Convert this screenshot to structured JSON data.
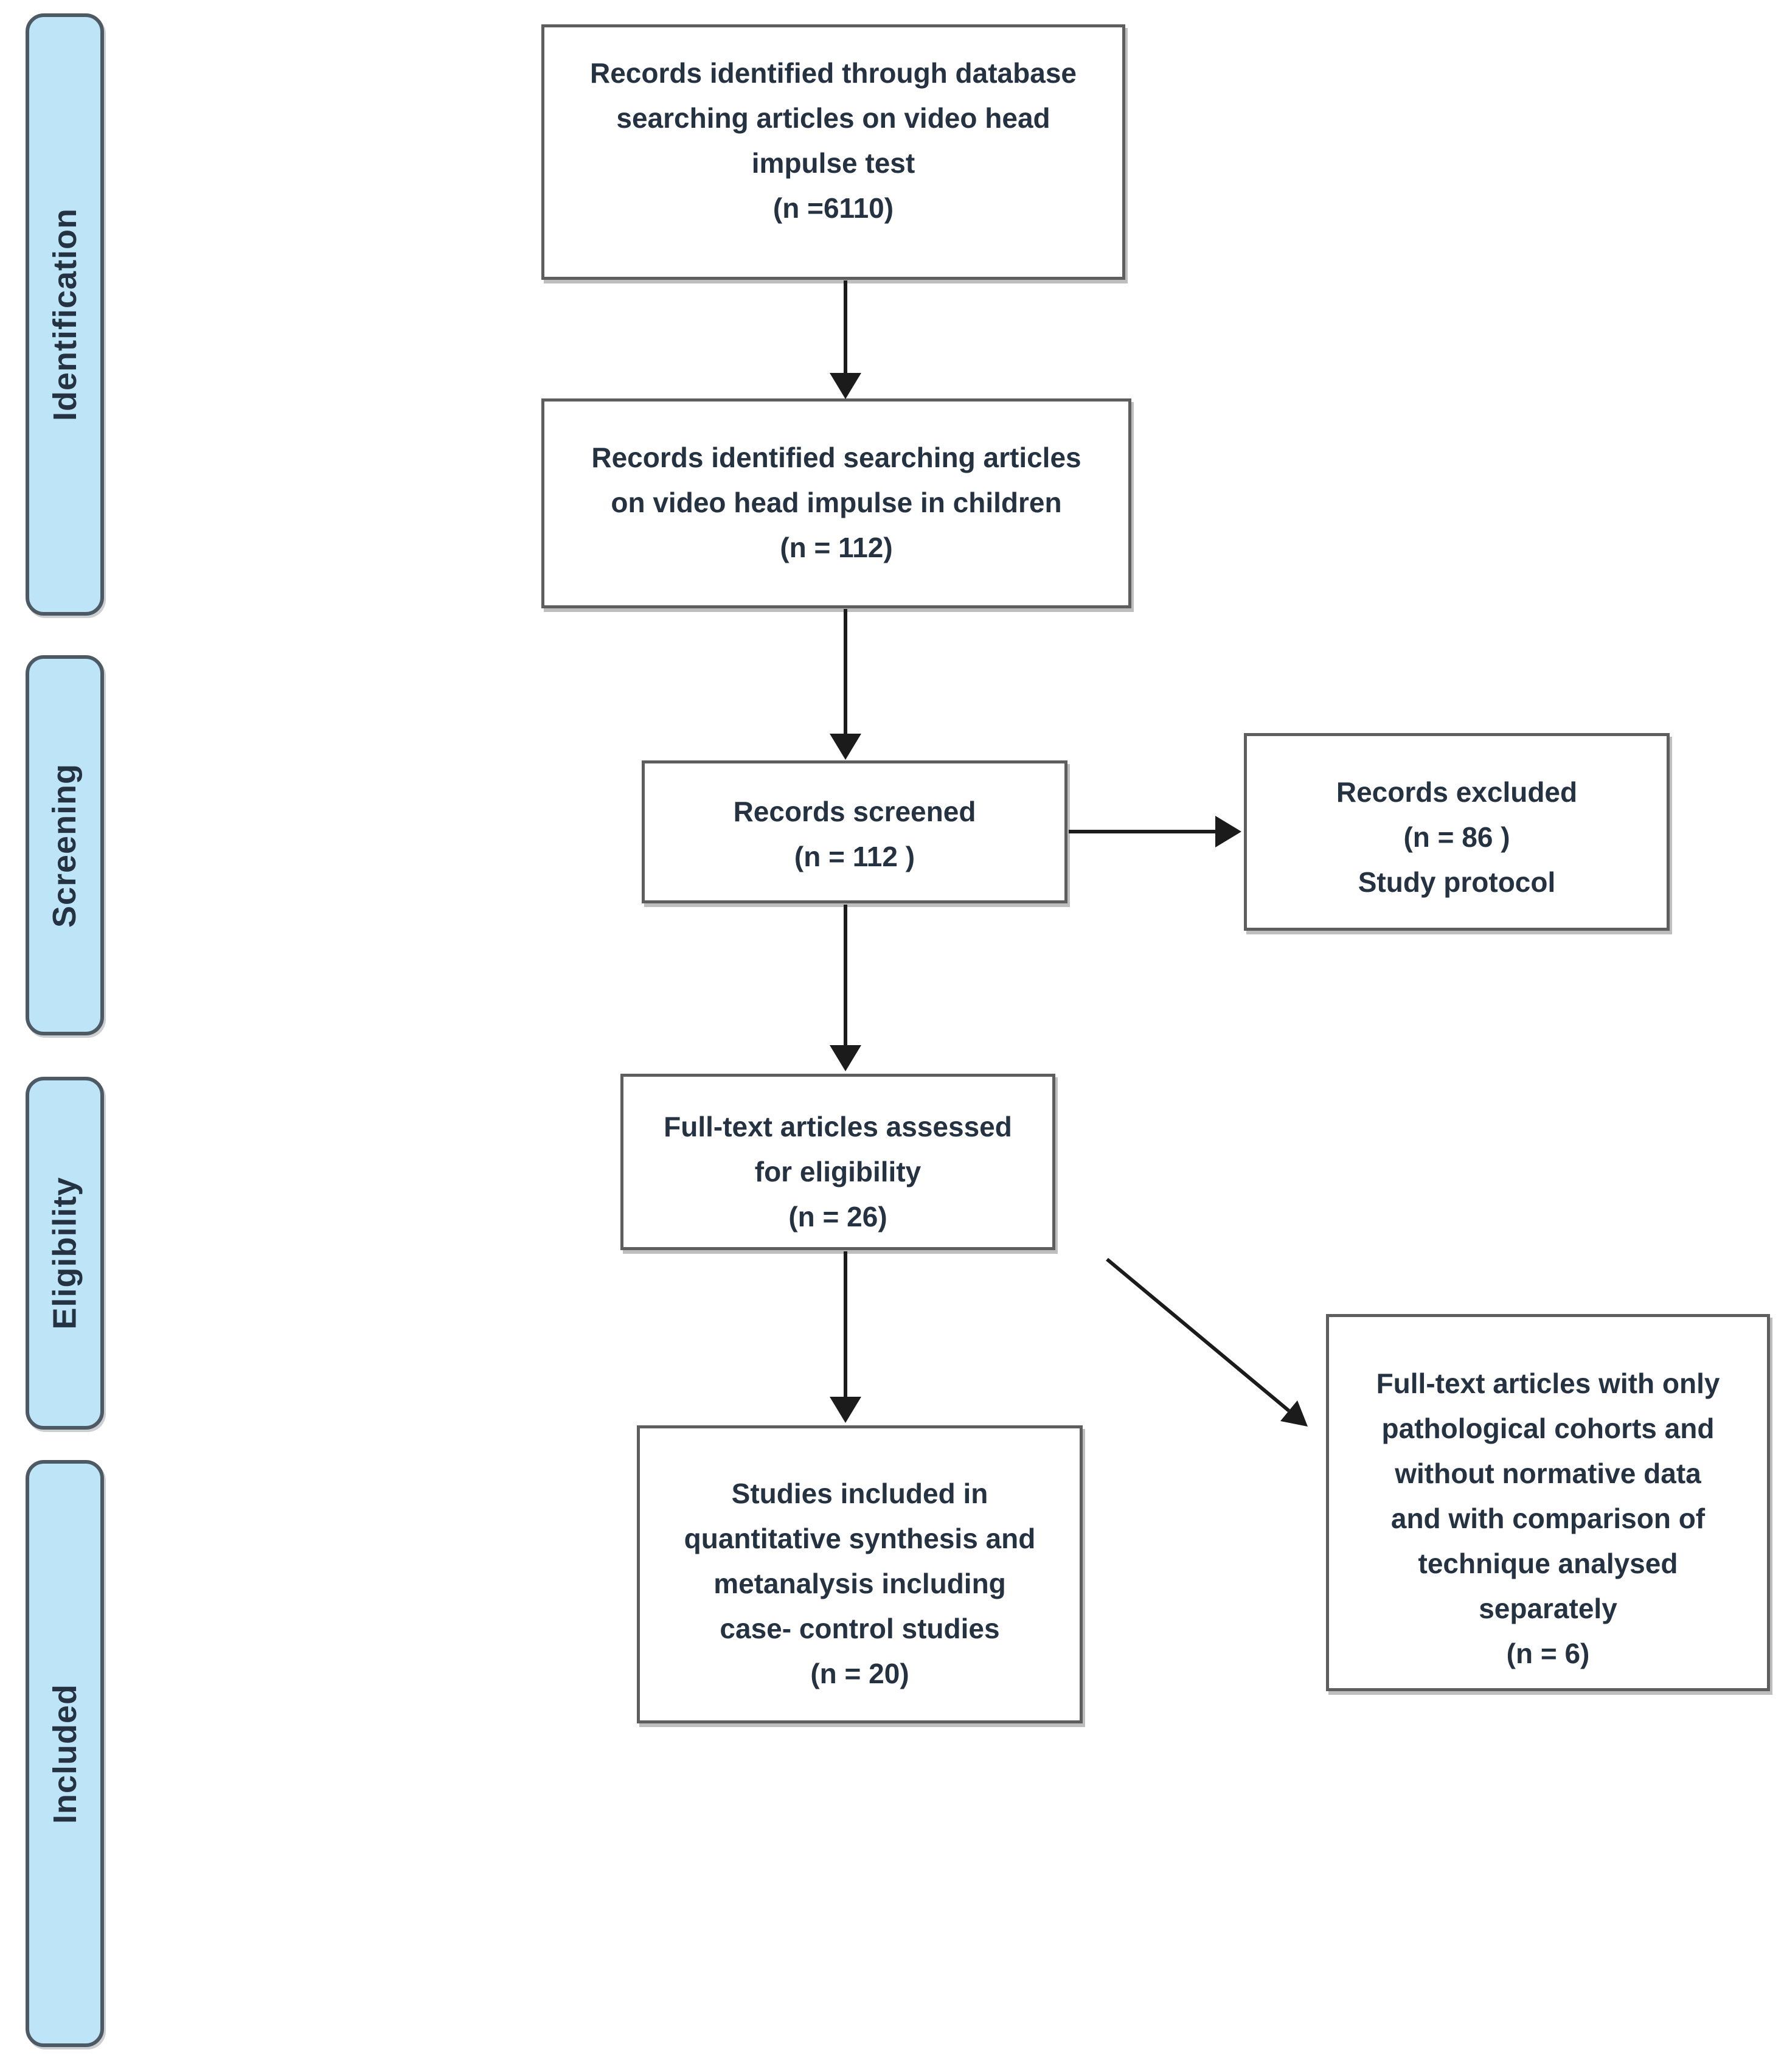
{
  "colors": {
    "sidebar-fill": "#BEE4F8",
    "sidebar-border": "#4E5A63",
    "box-border": "#5E5E5E",
    "text": "#253241",
    "arrow": "#1B1B1B"
  },
  "sidebar": {
    "stages": [
      {
        "label": "Identification"
      },
      {
        "label": "Screening"
      },
      {
        "label": "Eligibility"
      },
      {
        "label": "Included"
      }
    ]
  },
  "flow": {
    "boxes": {
      "database": {
        "lines": [
          "Records identified through database",
          "searching articles on video head",
          "impulse test",
          "(n =6110)"
        ]
      },
      "children": {
        "lines": [
          "Records identified searching articles",
          "on video head impulse in children",
          "(n = 112)"
        ]
      },
      "screened": {
        "lines": [
          "Records screened",
          "(n = 112 )"
        ]
      },
      "excluded": {
        "lines": [
          "Records excluded",
          "(n = 86 )",
          "Study protocol"
        ]
      },
      "eligibility": {
        "lines": [
          "Full-text articles assessed",
          "for eligibility",
          "(n = 26)"
        ]
      },
      "included": {
        "lines": [
          "Studies included in",
          "quantitative synthesis and",
          "metanalysis including",
          "case- control studies",
          "(n = 20)"
        ]
      },
      "pathological": {
        "lines": [
          "Full-text articles with only",
          "pathological cohorts and",
          "without normative data",
          "and with comparison of",
          "technique analysed",
          "separately",
          "(n = 6)"
        ]
      }
    }
  }
}
